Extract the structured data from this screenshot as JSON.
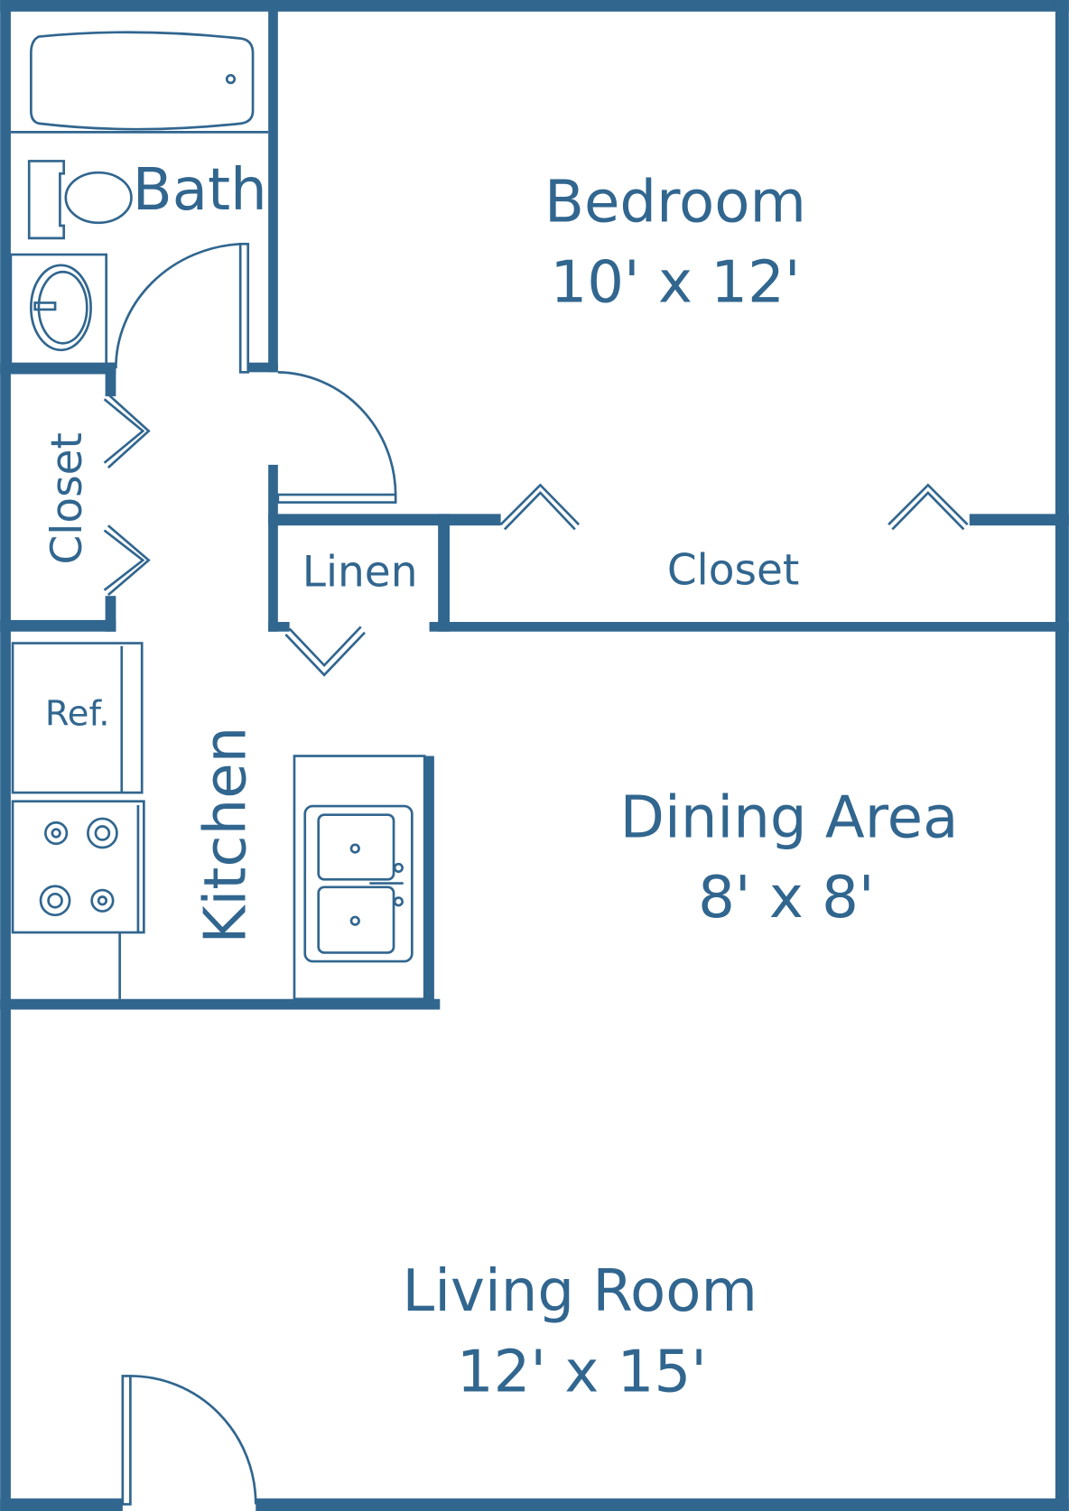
{
  "colors": {
    "wall": "#31668f",
    "background": "#ffffff"
  },
  "rooms": {
    "bath": {
      "label": "Bath"
    },
    "bedroom": {
      "label": "Bedroom",
      "size": "10' x 12'"
    },
    "left_closet": {
      "label": "Closet"
    },
    "linen": {
      "label": "Linen"
    },
    "bedroom_closet": {
      "label": "Closet"
    },
    "refrigerator": {
      "label": "Ref."
    },
    "kitchen": {
      "label": "Kitchen"
    },
    "dining": {
      "label": "Dining Area",
      "size": "8' x 8'"
    },
    "living": {
      "label": "Living Room",
      "size": "12' x 15'"
    }
  }
}
